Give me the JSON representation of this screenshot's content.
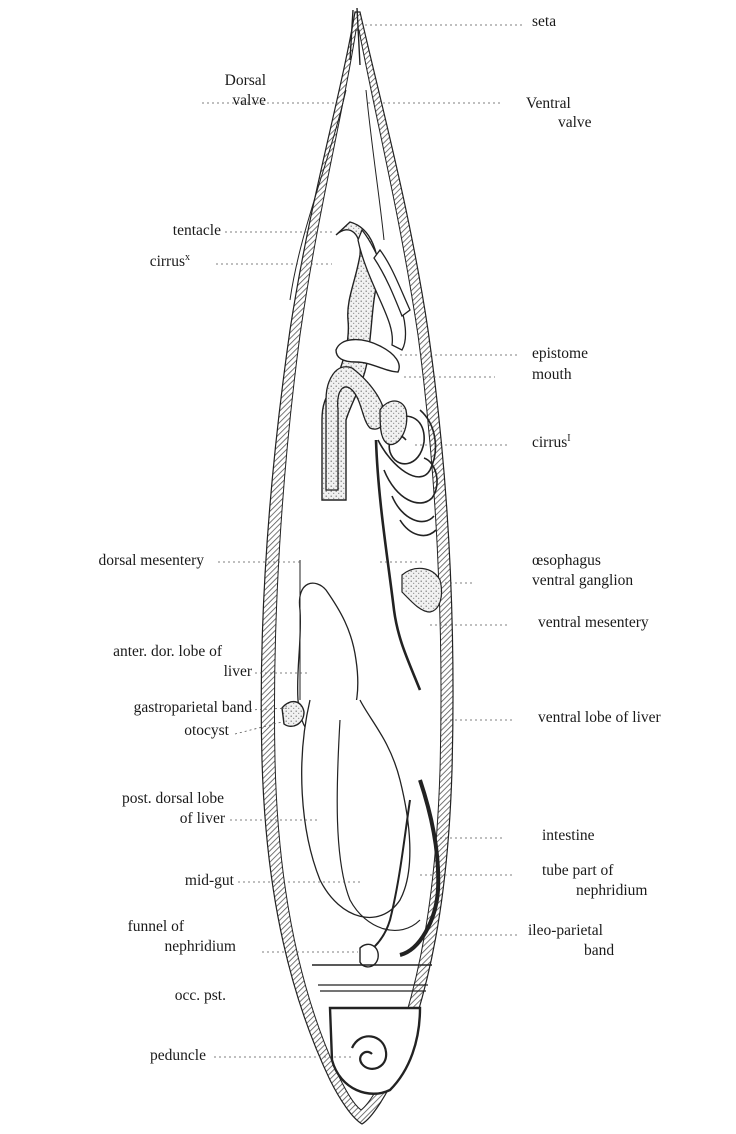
{
  "labels": {
    "seta": "seta",
    "dorsal_valve_1": "Dorsal",
    "dorsal_valve_2": "valve",
    "ventral_valve_1": "Ventral",
    "ventral_valve_2": "valve",
    "tentacle": "tentacle",
    "cirrus_x": "cirrus",
    "cirrus_x_sup": "x",
    "epistome": "epistome",
    "mouth": "mouth",
    "cirrus_i": "cirrus",
    "cirrus_i_sup": "I",
    "dorsal_mesentery": "dorsal mesentery",
    "oesophagus": "œsophagus",
    "ventral_ganglion": "ventral ganglion",
    "ventral_mesentery": "ventral mesentery",
    "anter_dor_lobe_1": "anter. dor. lobe of",
    "anter_dor_lobe_2": "liver",
    "gastroparietal_band": "gastroparietal band",
    "otocyst": "otocyst",
    "ventral_lobe_liver": "ventral lobe of liver",
    "post_dorsal_lobe_1": "post. dorsal lobe",
    "post_dorsal_lobe_2": "of liver",
    "intestine": "intestine",
    "mid_gut": "mid-gut",
    "tube_part_1": "tube part of",
    "tube_part_2": "nephridium",
    "funnel_1": "funnel of",
    "funnel_2": "nephridium",
    "ileo_parietal_1": "ileo-parietal",
    "ileo_parietal_2": "band",
    "occ_pst": "occ. pst.",
    "peduncle": "peduncle"
  },
  "colors": {
    "ink": "#1a1a1a",
    "stipple": "#d9d9d9",
    "shell_hatch": "#8a8a8a",
    "background": "#ffffff"
  }
}
